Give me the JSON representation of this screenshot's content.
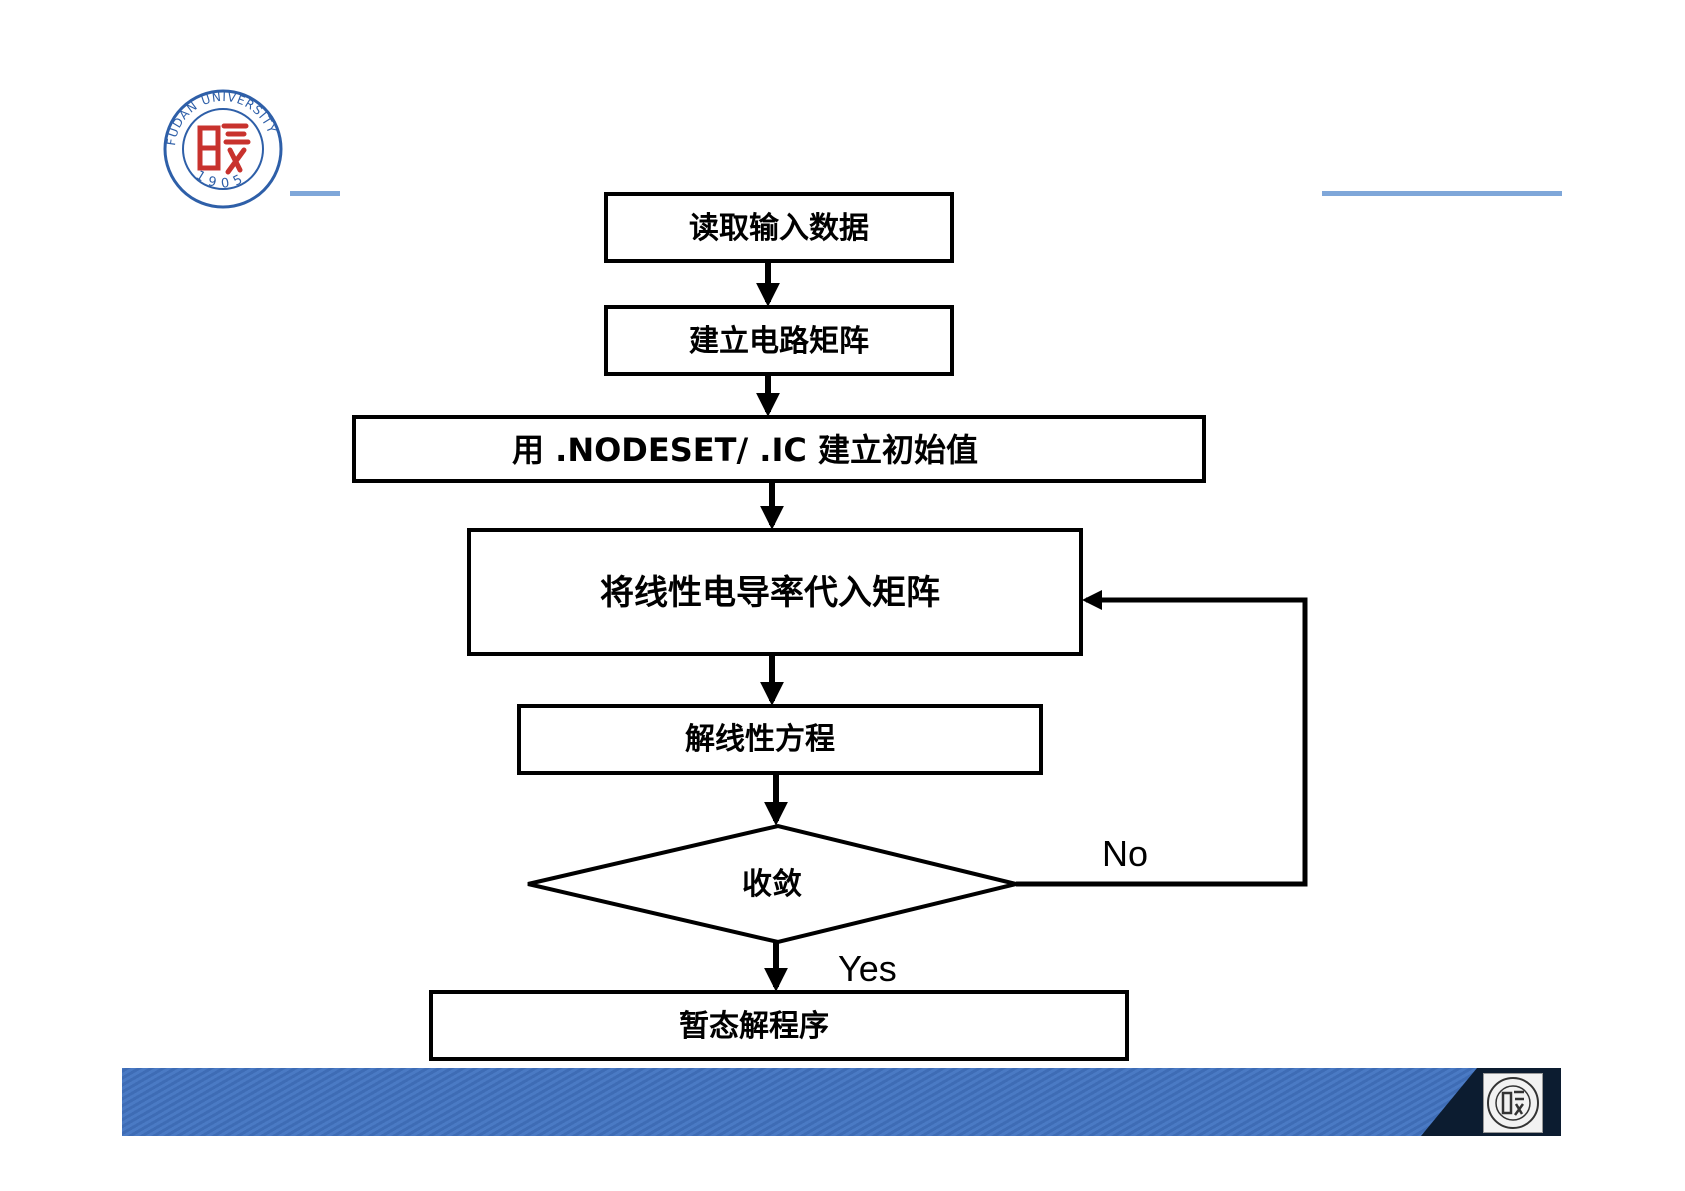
{
  "header": {
    "logo": {
      "kind": "university-seal",
      "brand_color": "#c8322d",
      "ring_color": "#2e5fa8"
    }
  },
  "diagram": {
    "nodes": [
      {
        "id": "n1",
        "shape": "rect",
        "label": "读取输入数据"
      },
      {
        "id": "n2",
        "shape": "rect",
        "label": "建立电路矩阵"
      },
      {
        "id": "n3",
        "shape": "rect",
        "label": "用 .NODESET/ .IC 建立初始值"
      },
      {
        "id": "n4",
        "shape": "rect",
        "label": "将线性电导率代入矩阵"
      },
      {
        "id": "n5",
        "shape": "rect",
        "label": "解线性方程"
      },
      {
        "id": "n6",
        "shape": "diamond",
        "label": "收敛"
      },
      {
        "id": "n7",
        "shape": "rect",
        "label": "暂态解程序"
      }
    ],
    "edges": [
      {
        "from": "n1",
        "to": "n2"
      },
      {
        "from": "n2",
        "to": "n3"
      },
      {
        "from": "n3",
        "to": "n4"
      },
      {
        "from": "n4",
        "to": "n5"
      },
      {
        "from": "n5",
        "to": "n6"
      },
      {
        "from": "n6",
        "to": "n7",
        "label": "Yes"
      },
      {
        "from": "n6",
        "to": "n4",
        "label": "No"
      }
    ]
  },
  "footer": {
    "accent": "#3e6cb5",
    "dark": "#0c1c30"
  }
}
